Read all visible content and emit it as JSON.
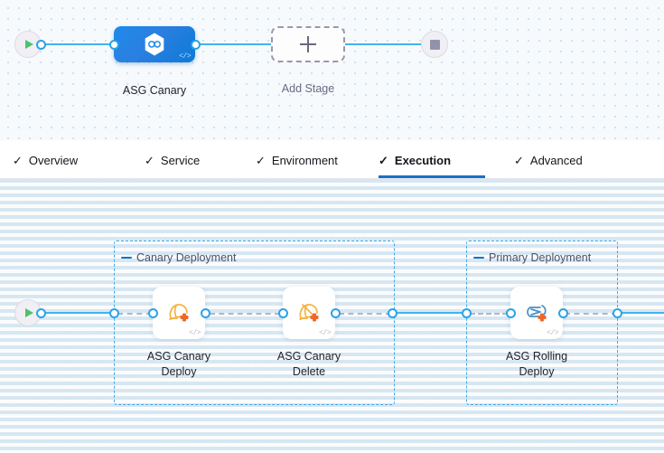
{
  "stage_canvas": {
    "start_node": {
      "icon": "play-icon"
    },
    "end_node": {
      "icon": "stop-icon"
    },
    "stage": {
      "label": "ASG Canary",
      "icon": "harness-hexagon-infinity-icon",
      "code_badge": "</>"
    },
    "add_stage": {
      "label": "Add Stage",
      "icon": "plus-icon"
    }
  },
  "tabs": [
    {
      "label": "Overview",
      "icon": "check-icon",
      "active": false
    },
    {
      "label": "Service",
      "icon": "check-icon",
      "active": false
    },
    {
      "label": "Environment",
      "icon": "check-icon",
      "active": false
    },
    {
      "label": "Execution",
      "icon": "check-icon",
      "active": true
    },
    {
      "label": "Advanced",
      "icon": "check-icon",
      "active": false
    }
  ],
  "execution_canvas": {
    "start_node": {
      "icon": "play-icon"
    },
    "groups": [
      {
        "label": "Canary Deployment",
        "collapse_icon": "minus-icon"
      },
      {
        "label": "Primary Deployment",
        "collapse_icon": "minus-icon"
      }
    ],
    "steps": [
      {
        "label_line1": "ASG Canary",
        "label_line2": "Deploy",
        "icon": "asg-canary-deploy-icon",
        "code_badge": "</>"
      },
      {
        "label_line1": "ASG Canary",
        "label_line2": "Delete",
        "icon": "asg-canary-delete-icon",
        "code_badge": "</>"
      },
      {
        "label_line1": "ASG Rolling",
        "label_line2": "Deploy",
        "icon": "asg-rolling-deploy-icon",
        "code_badge": "</>"
      }
    ]
  },
  "colors": {
    "connector_active": "#42b3ef",
    "connector_inactive": "#b6b3c7",
    "group_border": "#3fa9e8",
    "tab_active_underline": "#1d6fc4",
    "stage_node": "#1d8bea",
    "play_green": "#4dc26b",
    "stop_gray": "#9293ab"
  }
}
